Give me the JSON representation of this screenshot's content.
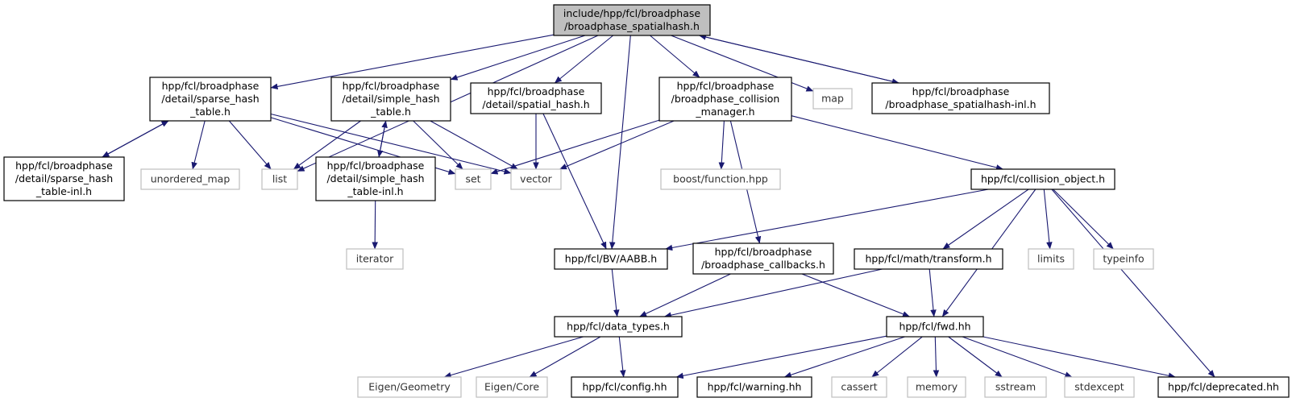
{
  "colors": {
    "edge": "#191970",
    "node_border": "#000000",
    "system_border": "#bfbfbf",
    "root_fill": "#bfbfbf",
    "node_fill": "#ffffff"
  },
  "nodes": [
    {
      "id": "root",
      "lines": [
        "include/hpp/fcl/broadphase",
        "/broadphase_spatialhash.h"
      ],
      "kind": "root"
    },
    {
      "id": "sparse",
      "lines": [
        "hpp/fcl/broadphase",
        "/detail/sparse_hash",
        "_table.h"
      ],
      "kind": "local"
    },
    {
      "id": "simple",
      "lines": [
        "hpp/fcl/broadphase",
        "/detail/simple_hash",
        "_table.h"
      ],
      "kind": "local"
    },
    {
      "id": "spatial",
      "lines": [
        "hpp/fcl/broadphase",
        "/detail/spatial_hash.h"
      ],
      "kind": "local"
    },
    {
      "id": "manager",
      "lines": [
        "hpp/fcl/broadphase",
        "/broadphase_collision",
        "_manager.h"
      ],
      "kind": "local"
    },
    {
      "id": "map",
      "lines": [
        "map"
      ],
      "kind": "system"
    },
    {
      "id": "inl",
      "lines": [
        "hpp/fcl/broadphase",
        "/broadphase_spatialhash-inl.h"
      ],
      "kind": "local"
    },
    {
      "id": "sparse_inl",
      "lines": [
        "hpp/fcl/broadphase",
        "/detail/sparse_hash",
        "_table-inl.h"
      ],
      "kind": "local"
    },
    {
      "id": "unordered_map",
      "lines": [
        "unordered_map"
      ],
      "kind": "system"
    },
    {
      "id": "list",
      "lines": [
        "list"
      ],
      "kind": "system"
    },
    {
      "id": "simple_inl",
      "lines": [
        "hpp/fcl/broadphase",
        "/detail/simple_hash",
        "_table-inl.h"
      ],
      "kind": "local"
    },
    {
      "id": "set",
      "lines": [
        "set"
      ],
      "kind": "system"
    },
    {
      "id": "vector",
      "lines": [
        "vector"
      ],
      "kind": "system"
    },
    {
      "id": "boost",
      "lines": [
        "boost/function.hpp"
      ],
      "kind": "system"
    },
    {
      "id": "collobj",
      "lines": [
        "hpp/fcl/collision_object.h"
      ],
      "kind": "local"
    },
    {
      "id": "iterator",
      "lines": [
        "iterator"
      ],
      "kind": "system"
    },
    {
      "id": "aabb",
      "lines": [
        "hpp/fcl/BV/AABB.h"
      ],
      "kind": "local"
    },
    {
      "id": "callbacks",
      "lines": [
        "hpp/fcl/broadphase",
        "/broadphase_callbacks.h"
      ],
      "kind": "local"
    },
    {
      "id": "transform",
      "lines": [
        "hpp/fcl/math/transform.h"
      ],
      "kind": "local"
    },
    {
      "id": "limits",
      "lines": [
        "limits"
      ],
      "kind": "system"
    },
    {
      "id": "typeinfo",
      "lines": [
        "typeinfo"
      ],
      "kind": "system"
    },
    {
      "id": "datatypes",
      "lines": [
        "hpp/fcl/data_types.h"
      ],
      "kind": "local"
    },
    {
      "id": "fwd",
      "lines": [
        "hpp/fcl/fwd.hh"
      ],
      "kind": "local"
    },
    {
      "id": "geometry",
      "lines": [
        "Eigen/Geometry"
      ],
      "kind": "system"
    },
    {
      "id": "core",
      "lines": [
        "Eigen/Core"
      ],
      "kind": "system"
    },
    {
      "id": "config",
      "lines": [
        "hpp/fcl/config.hh"
      ],
      "kind": "local"
    },
    {
      "id": "warning",
      "lines": [
        "hpp/fcl/warning.hh"
      ],
      "kind": "local"
    },
    {
      "id": "cassert",
      "lines": [
        "cassert"
      ],
      "kind": "system"
    },
    {
      "id": "memory",
      "lines": [
        "memory"
      ],
      "kind": "system"
    },
    {
      "id": "sstream",
      "lines": [
        "sstream"
      ],
      "kind": "system"
    },
    {
      "id": "stdexcept",
      "lines": [
        "stdexcept"
      ],
      "kind": "system"
    },
    {
      "id": "deprecated",
      "lines": [
        "hpp/fcl/deprecated.hh"
      ],
      "kind": "local"
    }
  ],
  "edges": [
    [
      "root",
      "sparse"
    ],
    [
      "root",
      "list"
    ],
    [
      "root",
      "simple"
    ],
    [
      "root",
      "spatial"
    ],
    [
      "root",
      "aabb"
    ],
    [
      "root",
      "manager"
    ],
    [
      "root",
      "map"
    ],
    [
      "root",
      "inl"
    ],
    [
      "inl",
      "root"
    ],
    [
      "sparse",
      "sparse_inl"
    ],
    [
      "sparse_inl",
      "sparse"
    ],
    [
      "sparse",
      "unordered_map"
    ],
    [
      "sparse",
      "list"
    ],
    [
      "sparse",
      "set"
    ],
    [
      "sparse",
      "vector"
    ],
    [
      "simple",
      "list"
    ],
    [
      "simple",
      "simple_inl"
    ],
    [
      "simple_inl",
      "simple"
    ],
    [
      "simple",
      "set"
    ],
    [
      "simple",
      "vector"
    ],
    [
      "simple_inl",
      "iterator"
    ],
    [
      "spatial",
      "vector"
    ],
    [
      "spatial",
      "aabb"
    ],
    [
      "manager",
      "set"
    ],
    [
      "manager",
      "vector"
    ],
    [
      "manager",
      "boost"
    ],
    [
      "manager",
      "callbacks"
    ],
    [
      "manager",
      "collobj"
    ],
    [
      "collobj",
      "aabb"
    ],
    [
      "collobj",
      "transform"
    ],
    [
      "collobj",
      "limits"
    ],
    [
      "collobj",
      "typeinfo"
    ],
    [
      "collobj",
      "fwd"
    ],
    [
      "collobj",
      "deprecated"
    ],
    [
      "aabb",
      "datatypes"
    ],
    [
      "callbacks",
      "datatypes"
    ],
    [
      "callbacks",
      "fwd"
    ],
    [
      "transform",
      "datatypes"
    ],
    [
      "transform",
      "fwd"
    ],
    [
      "datatypes",
      "geometry"
    ],
    [
      "datatypes",
      "core"
    ],
    [
      "datatypes",
      "config"
    ],
    [
      "fwd",
      "config"
    ],
    [
      "fwd",
      "warning"
    ],
    [
      "fwd",
      "cassert"
    ],
    [
      "fwd",
      "memory"
    ],
    [
      "fwd",
      "sstream"
    ],
    [
      "fwd",
      "stdexcept"
    ],
    [
      "fwd",
      "deprecated"
    ]
  ]
}
